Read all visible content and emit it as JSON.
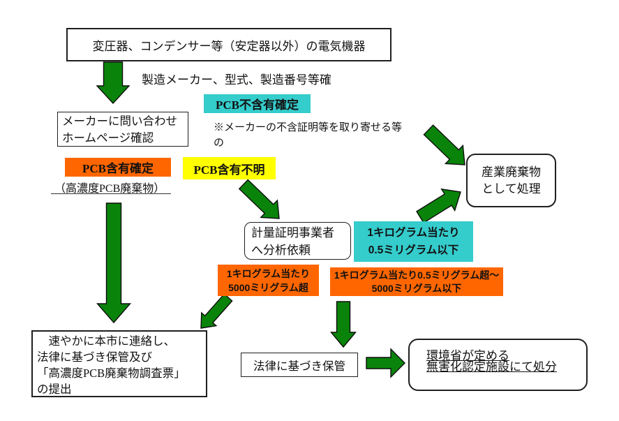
{
  "colors": {
    "arrow_green": "#0a830a",
    "cyan_label": "#35cccc",
    "orange_label": "#ff6600",
    "yellow_label": "#ffff00"
  },
  "flowchart": {
    "equipment_box": "変圧器、コンデンサー等（安定器以外）の電気機器",
    "identify_note": "製造メーカー、型式、製造番号等確",
    "pcb_free_label": "PCB不含有確定",
    "maker_box": {
      "line1": "メーカーに問い合わせ",
      "line2": "ホームページ確認"
    },
    "maker_note": {
      "line1": "※メーカーの不含証明等を取り寄せる等",
      "line2": "の"
    },
    "pcb_confirmed_label": "PCB含有確定",
    "high_concentration_note": "（高濃度PCB廃棄物）",
    "pcb_unknown_label": "PCB含有不明",
    "analysis_box": {
      "line1": "計量証明事業者",
      "line2": "へ分析依頼"
    },
    "below_limit_label": {
      "line1": "1キログラム当たり",
      "line2": "0.5ミリグラム以下"
    },
    "industrial_waste_box": {
      "line1": "産業廃棄物",
      "line2": "として処理"
    },
    "over_5000_label": {
      "line1": "1キログラム当たり",
      "line2": "5000ミリグラム超"
    },
    "mid_range_label": {
      "line1": "1キログラム当たり0.5ミリグラム超～",
      "line2": "5000ミリグラム以下"
    },
    "report_box": {
      "line1": "　速やかに本市に連絡し、",
      "line2": "法律に基づき保管及び",
      "line3": "「高濃度PCB廃棄物調査票」",
      "line4": "の提出"
    },
    "storage_box": "法律に基づき保管",
    "disposal_box": {
      "line1": "環境省が定める",
      "line2": "無害化認定施設にて処分"
    }
  }
}
